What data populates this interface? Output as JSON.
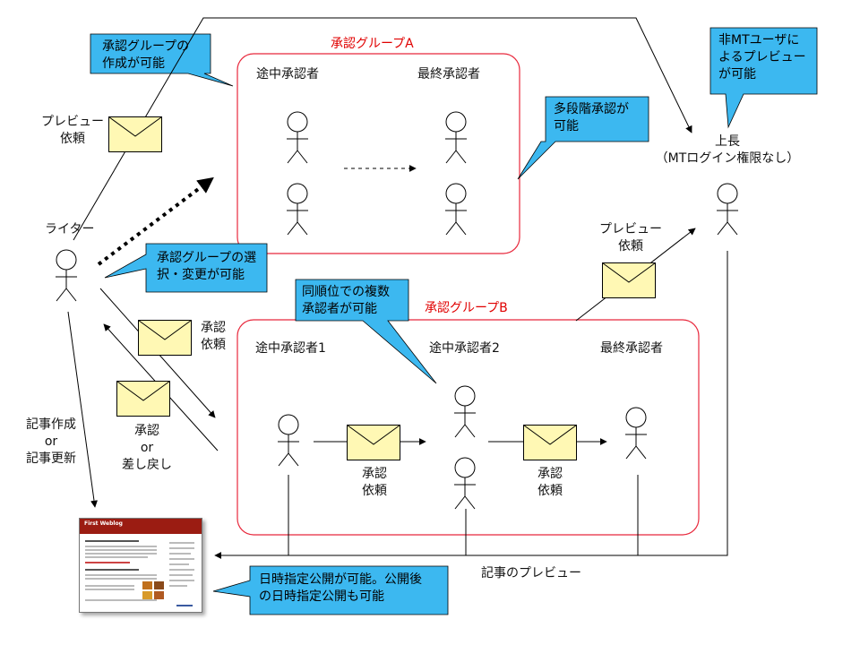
{
  "group_a": {
    "title": "承認グループA",
    "intermediate_label": "途中承認者",
    "final_label": "最終承認者"
  },
  "group_b": {
    "title": "承認グループB",
    "intermediate1_label": "途中承認者1",
    "intermediate2_label": "途中承認者2",
    "final_label": "最終承認者"
  },
  "actors": {
    "writer": "ライター",
    "boss": "上長\n（MTログイン権限なし）"
  },
  "labels": {
    "preview_request_left": "プレビュー\n依頼",
    "preview_request_right": "プレビュー\n依頼",
    "approval_request": "承認\n依頼",
    "approve_or_return": "承認\nor\n差し戻し",
    "create_or_update": "記事作成\nor\n記事更新",
    "approval_request_b1": "承認\n依頼",
    "approval_request_b2": "承認\n依頼",
    "article_preview": "記事のプレビュー"
  },
  "callouts": {
    "create_group": "承認グループの\n作成が可能",
    "multi_stage": "多段階承認が\n可能",
    "non_mt_preview": "非MTユーザに\nよるプレビュー\nが可能",
    "select_group": "承認グループの選\n択・変更が可能",
    "same_rank": "同順位での複数\n承認者が可能",
    "scheduled_publish": "日時指定公開が可能。公開後\nの日時指定公開も可能"
  },
  "blog": {
    "title": "First Weblog"
  },
  "colors": {
    "callout_fill": "#3cb8f0",
    "group_border": "#e8283c",
    "group_title": "#e00000",
    "envelope_fill": "#fff8b4",
    "blog_header": "#9b1c12"
  }
}
